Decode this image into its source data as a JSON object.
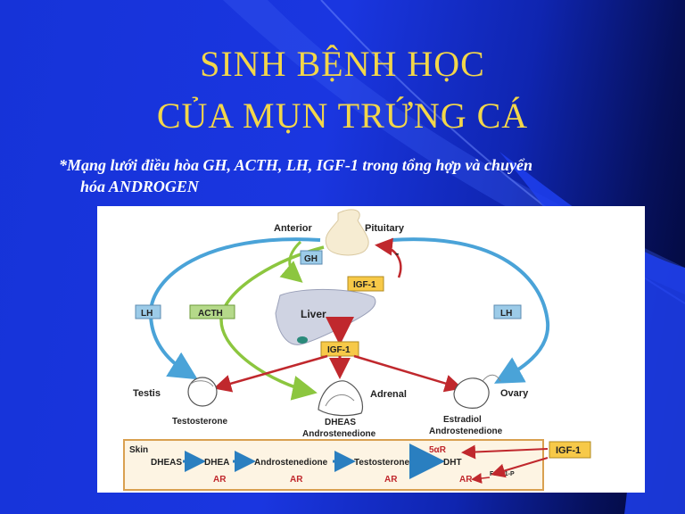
{
  "slide": {
    "title_line1": "SINH BỆNH HỌC",
    "title_line2": "CỦA MỤN TRỨNG CÁ",
    "subtitle_line1": "*Mạng lưới điều hòa GH, ACTH, LH, IGF-1 trong tổng hợp và chuyển",
    "subtitle_line2": "hóa ANDROGEN"
  },
  "diagram": {
    "anterior": "Anterior",
    "pituitary": "Pituitary",
    "gh": "GH",
    "igf1_top": "IGF-1",
    "minus": "-",
    "liver": "Liver",
    "igf1_mid": "IGF-1",
    "lh_left": "LH",
    "acth": "ACTH",
    "lh_right": "LH",
    "testis": "Testis",
    "testosterone": "Testosterone",
    "adrenal": "Adrenal",
    "dheas": "DHEAS",
    "androstenedione_adrenal": "Androstenedione",
    "ovary": "Ovary",
    "estradiol": "Estradiol",
    "androstenedione_ovary": "Androstenedione",
    "skin": "Skin",
    "pathway": [
      "DHEAS",
      "DHEA",
      "Androstenedione",
      "Testosterone",
      "DHT"
    ],
    "five_ar": "5αR",
    "ar": "AR",
    "igf1_skin": "IGF-1",
    "foxo": "Foxo1-P",
    "colors": {
      "blue_arrow": "#4aa3d8",
      "green_arrow": "#8cc63f",
      "red_arrow": "#c0282d",
      "box_blue": "#9ccbe8",
      "box_green": "#b5d98a",
      "box_yellow": "#f7c948"
    }
  }
}
